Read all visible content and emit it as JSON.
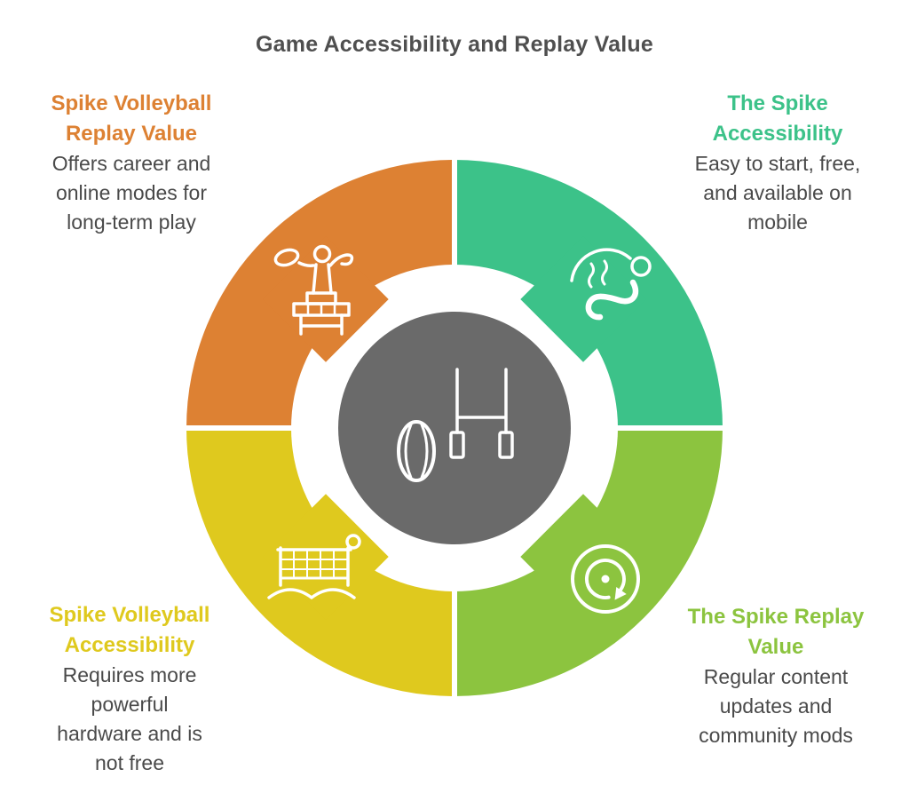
{
  "title": "Game Accessibility and Replay Value",
  "colors": {
    "orange": "#DD8133",
    "teal": "#3CC289",
    "yellow": "#DFC91E",
    "green": "#8CC43F",
    "center_circle": "#6A6A6A",
    "icon_stroke": "#FFFFFF",
    "title_text": "#4F4F4F",
    "body_text": "#4A4A4A"
  },
  "center": {
    "icon": "rugby-goalposts-and-ball-icon"
  },
  "quadrants": {
    "top_left": {
      "heading_lines": [
        "Spike Volleyball",
        "Replay Value"
      ],
      "body_lines": [
        "Offers career and",
        "online modes for",
        "long-term play"
      ],
      "color": "#DD8133",
      "icon": "volleyball-spiker-icon"
    },
    "top_right": {
      "heading_lines": [
        "The Spike",
        "Accessibility"
      ],
      "body_lines": [
        "Easy to start, free,",
        "and available on",
        "mobile"
      ],
      "color": "#3CC289",
      "icon": "running-player-icon"
    },
    "bottom_left": {
      "heading_lines": [
        "Spike Volleyball",
        "Accessibility"
      ],
      "body_lines": [
        "Requires more",
        "powerful",
        "hardware and is",
        "not free"
      ],
      "color": "#DFC91E",
      "icon": "volleyball-net-icon"
    },
    "bottom_right": {
      "heading_lines": [
        "The Spike Replay",
        "Value"
      ],
      "body_lines": [
        "Regular content",
        "updates and",
        "community mods"
      ],
      "color": "#8CC43F",
      "icon": "replay-arrow-icon"
    }
  }
}
